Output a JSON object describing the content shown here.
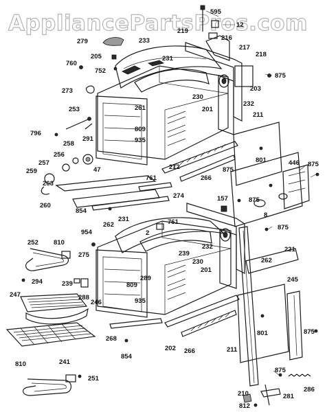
{
  "watermark": "AppliancePartsPros.com",
  "labels": [
    {
      "id": "595",
      "text": "595"
    },
    {
      "id": "12",
      "text": "12"
    },
    {
      "id": "219",
      "text": "219"
    },
    {
      "id": "216",
      "text": "216"
    },
    {
      "id": "279",
      "text": "279"
    },
    {
      "id": "233",
      "text": "233"
    },
    {
      "id": "217",
      "text": "217"
    },
    {
      "id": "218",
      "text": "218"
    },
    {
      "id": "205",
      "text": "205"
    },
    {
      "id": "760",
      "text": "760"
    },
    {
      "id": "752",
      "text": "752"
    },
    {
      "id": "231a",
      "text": "231"
    },
    {
      "id": "875a",
      "text": "875"
    },
    {
      "id": "273",
      "text": "273"
    },
    {
      "id": "230a",
      "text": "230"
    },
    {
      "id": "203",
      "text": "203"
    },
    {
      "id": "232a",
      "text": "232"
    },
    {
      "id": "253",
      "text": "253"
    },
    {
      "id": "261",
      "text": "261"
    },
    {
      "id": "201a",
      "text": "201"
    },
    {
      "id": "211a",
      "text": "211"
    },
    {
      "id": "796",
      "text": "796"
    },
    {
      "id": "291",
      "text": "291"
    },
    {
      "id": "809a",
      "text": "809"
    },
    {
      "id": "935a",
      "text": "935"
    },
    {
      "id": "258",
      "text": "258"
    },
    {
      "id": "256",
      "text": "256"
    },
    {
      "id": "801a",
      "text": "801"
    },
    {
      "id": "257",
      "text": "257"
    },
    {
      "id": "212",
      "text": "212"
    },
    {
      "id": "266a",
      "text": "266"
    },
    {
      "id": "875b",
      "text": "875"
    },
    {
      "id": "446",
      "text": "446"
    },
    {
      "id": "875c",
      "text": "875"
    },
    {
      "id": "259",
      "text": "259"
    },
    {
      "id": "47",
      "text": "47"
    },
    {
      "id": "761a",
      "text": "761"
    },
    {
      "id": "263",
      "text": "263"
    },
    {
      "id": "157",
      "text": "157"
    },
    {
      "id": "260",
      "text": "260"
    },
    {
      "id": "274",
      "text": "274"
    },
    {
      "id": "875d",
      "text": "875"
    },
    {
      "id": "854a",
      "text": "854"
    },
    {
      "id": "8",
      "text": "8"
    },
    {
      "id": "262a",
      "text": "262"
    },
    {
      "id": "231b",
      "text": "231"
    },
    {
      "id": "761b",
      "text": "761"
    },
    {
      "id": "954",
      "text": "954"
    },
    {
      "id": "875e",
      "text": "875"
    },
    {
      "id": "2",
      "text": "2"
    },
    {
      "id": "252",
      "text": "252"
    },
    {
      "id": "810a",
      "text": "810"
    },
    {
      "id": "239a",
      "text": "239"
    },
    {
      "id": "221",
      "text": "221"
    },
    {
      "id": "275",
      "text": "275"
    },
    {
      "id": "230b",
      "text": "230"
    },
    {
      "id": "232b",
      "text": "232"
    },
    {
      "id": "262b",
      "text": "262"
    },
    {
      "id": "201b",
      "text": "201"
    },
    {
      "id": "289",
      "text": "289"
    },
    {
      "id": "294",
      "text": "294"
    },
    {
      "id": "239b",
      "text": "239"
    },
    {
      "id": "245",
      "text": "245"
    },
    {
      "id": "809b",
      "text": "809"
    },
    {
      "id": "288",
      "text": "288"
    },
    {
      "id": "247",
      "text": "247"
    },
    {
      "id": "935b",
      "text": "935"
    },
    {
      "id": "246",
      "text": "246"
    },
    {
      "id": "801b",
      "text": "801"
    },
    {
      "id": "875f",
      "text": "875"
    },
    {
      "id": "268",
      "text": "268"
    },
    {
      "id": "241",
      "text": "241"
    },
    {
      "id": "854b",
      "text": "854"
    },
    {
      "id": "202",
      "text": "202"
    },
    {
      "id": "266b",
      "text": "266"
    },
    {
      "id": "211b",
      "text": "211"
    },
    {
      "id": "810b",
      "text": "810"
    },
    {
      "id": "251",
      "text": "251"
    },
    {
      "id": "875g",
      "text": "875"
    },
    {
      "id": "286",
      "text": "286"
    },
    {
      "id": "210",
      "text": "210"
    },
    {
      "id": "281",
      "text": "281"
    },
    {
      "id": "812",
      "text": "812"
    }
  ]
}
